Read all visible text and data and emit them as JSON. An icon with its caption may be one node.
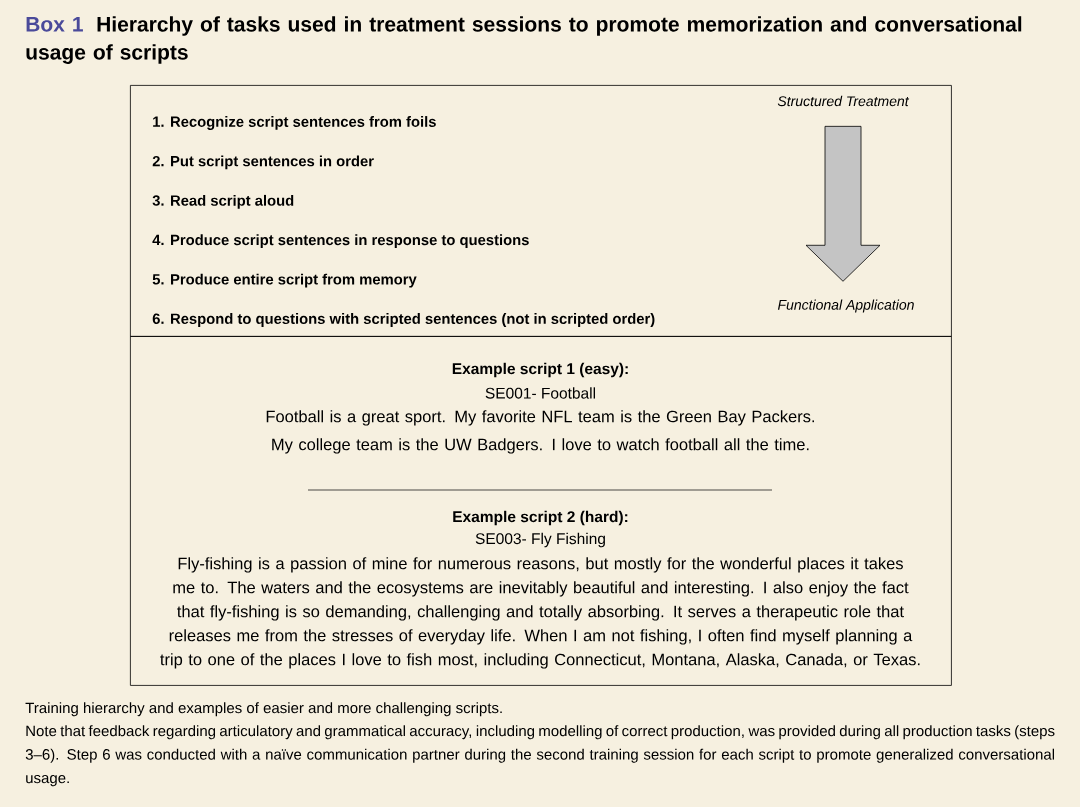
{
  "diagram": {
    "title": "Hierarchy of tasks used in treatment sessions to promote memorization and conversational usage of scripts",
    "caption": "Training hierarchy and examples of easier and more challenging scripts.",
    "nodes": [
      {
        "text": [
          "1. Recognize script sentences from foils",
          "2. Put script sentences in order",
          "3. Read script aloud",
          "4. Produce script sentences in response to questions",
          "5. Produce entire script from memory",
          "6. Respond to questions with scripted sentences (not in scripted order)"
        ]
      },
      {
        "text": [
          "Structured Treatment"
        ],
        "in": 0
      },
      {
        "text": [
          "Functional Application"
        ],
        "in": 0
      },
      {
        "text": [
          "Example script 1 (easy):",
          "SE001- Football",
          "Football is a great sport. My favorite NFL team is the Green Bay Packers. My college team is the UW Badgers. I love to watch football all the time.",
          "Example script 2 (hard):",
          "SE003- Fly Fishing",
          "Fly-fishing is a passion of mine for numerous reasons, but mostly for the wonderful places it takes me to. The waters and the ecosystems are inevitably beautiful and interesting. I also enjoy the fact that fly-fishing is so demanding, challenging and totally absorbing. It serves a therapeutic role that releases me from the stresses of everyday life. When I am not fishing, I often find myself planning a trip to one of the places I love to fish most, including Connecticut, Montana, Alaska, Canada, or Texas."
        ]
      }
    ],
    "edges": [
      {
        "from": 1,
        "to": 2,
        "arrow": "to"
      }
    ],
    "labels": [
      "Box 1",
      "Note that feedback regarding articulatory and grammatical accuracy, including modelling of correct production, was provided during all production tasks (steps 3–6). Step 6 was conducted with a naïve communication partner during the second training session for each script to promote generalized conversational usage."
    ]
  }
}
